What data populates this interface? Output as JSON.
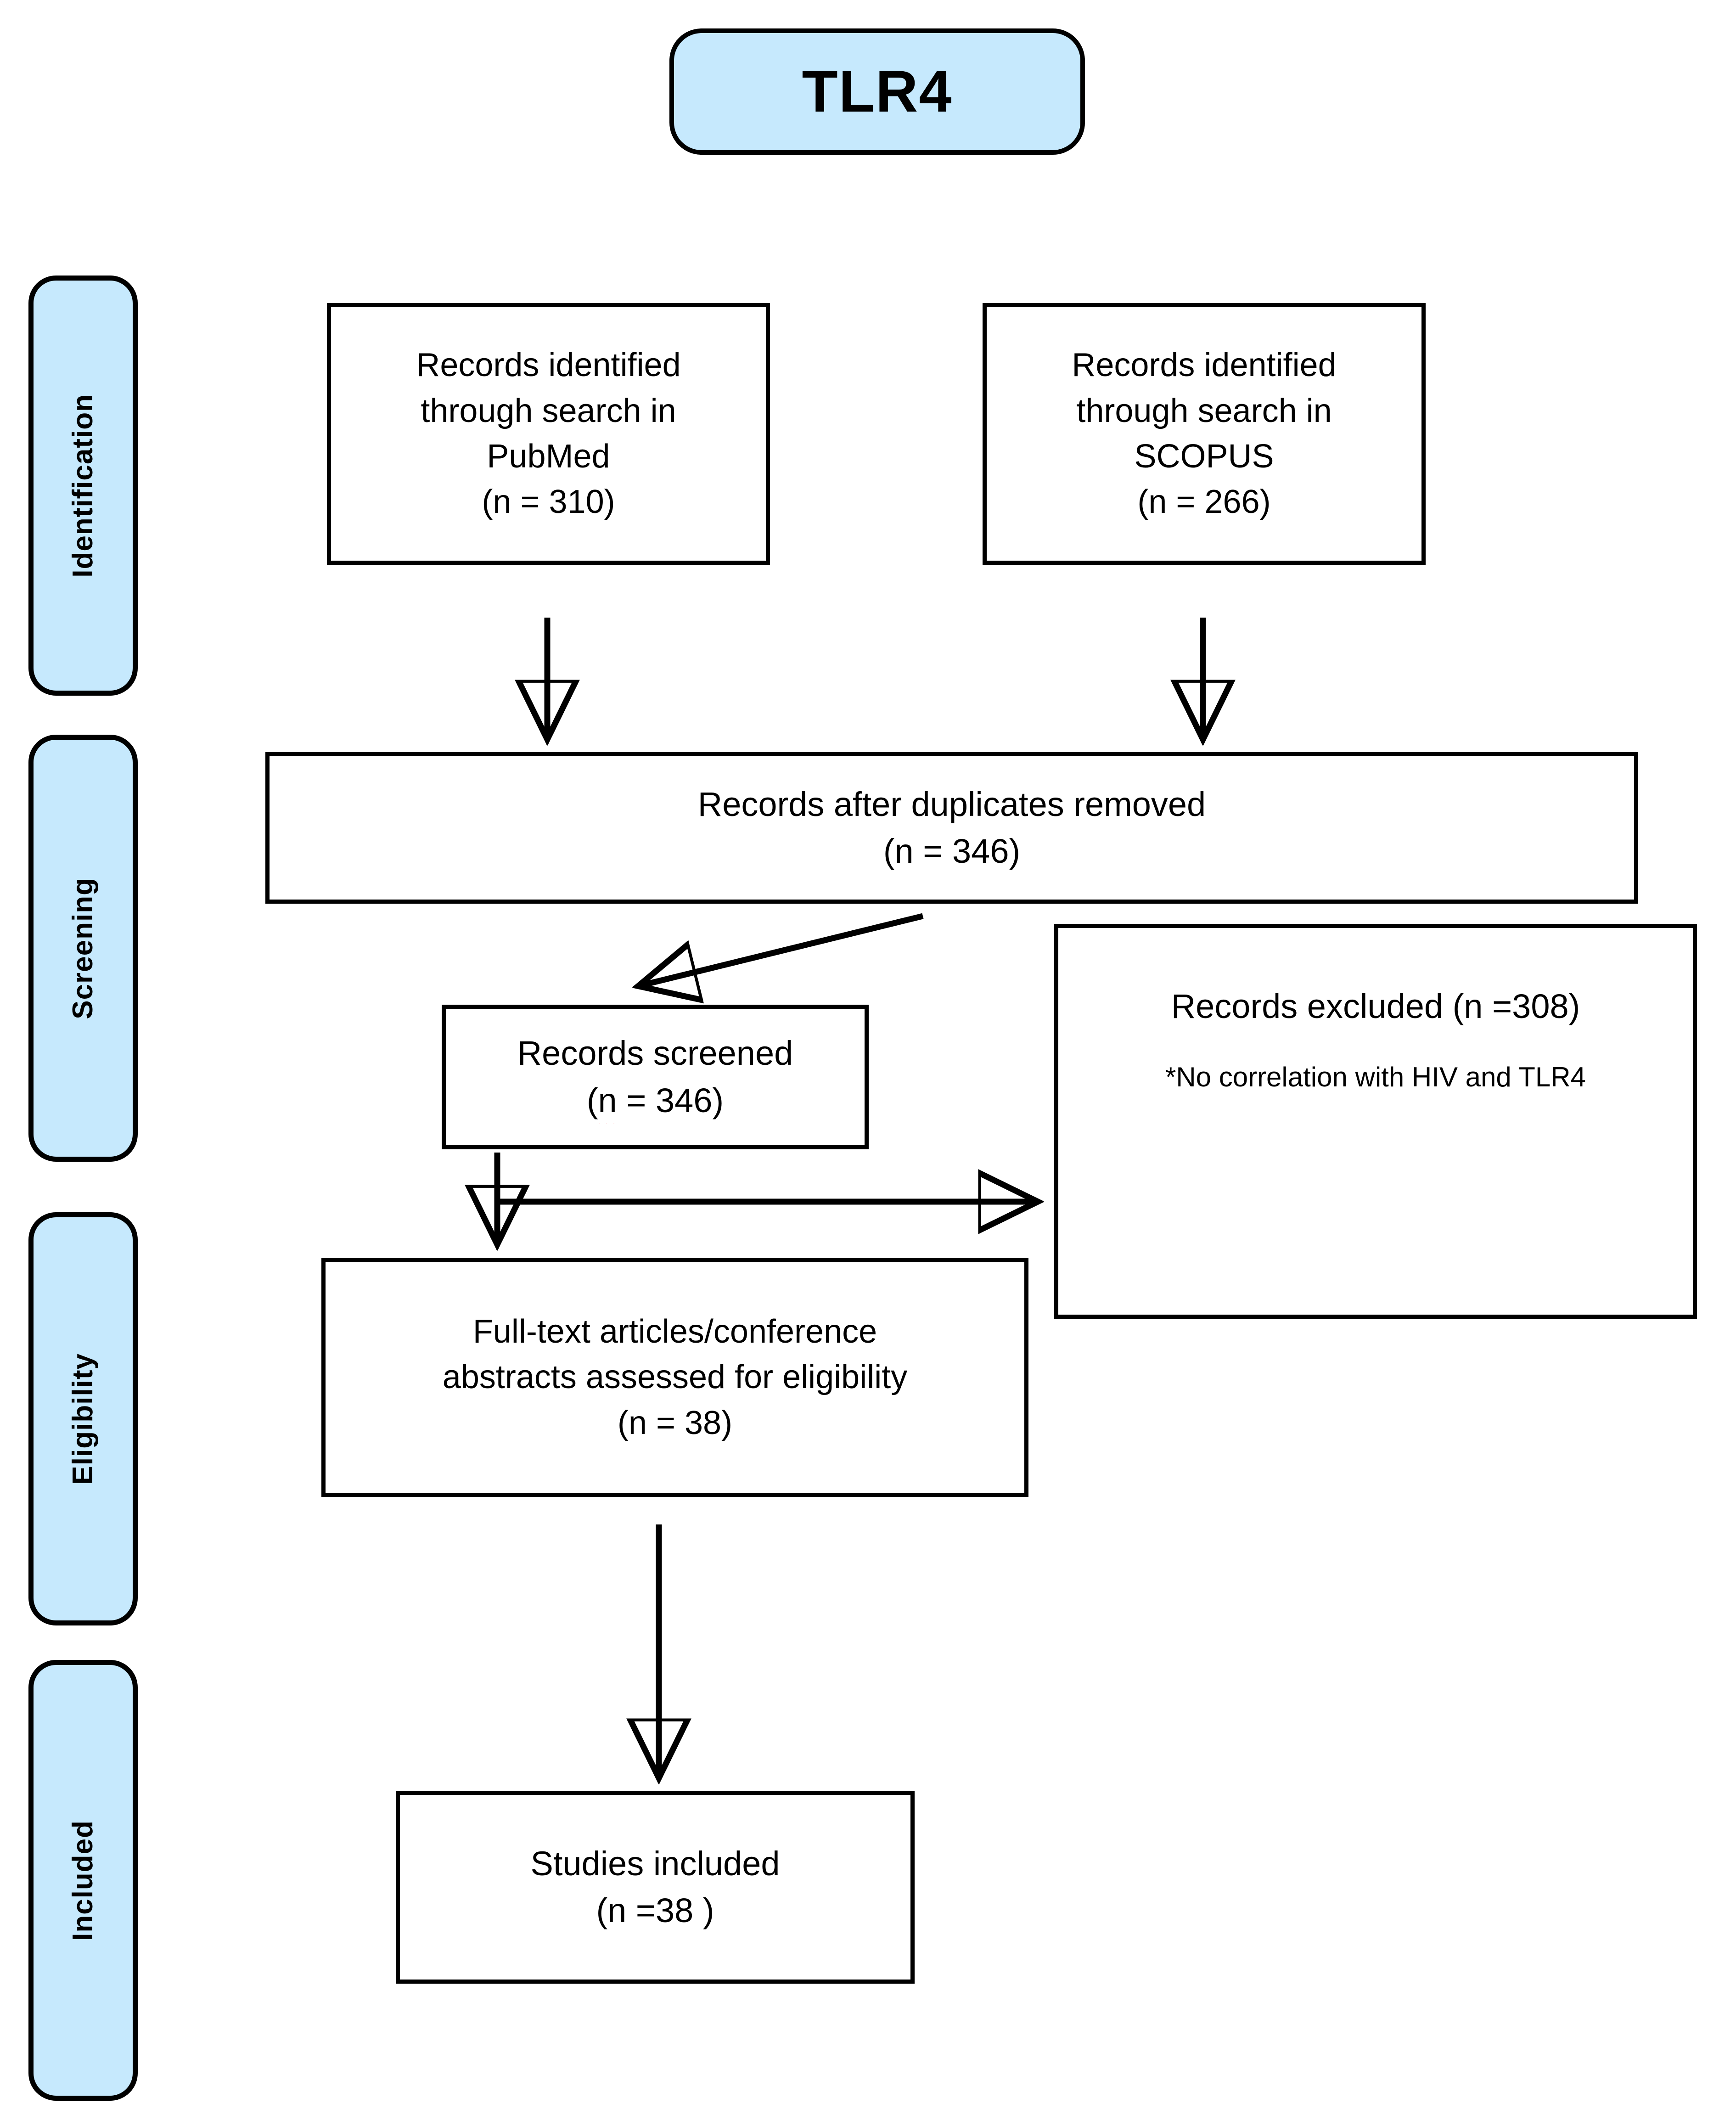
{
  "title": {
    "label": "TLR4"
  },
  "stages": [
    {
      "id": "identification",
      "label": "Identification"
    },
    {
      "id": "screening",
      "label": "Screening"
    },
    {
      "id": "eligibility",
      "label": "Eligibility"
    },
    {
      "id": "included",
      "label": "Included"
    }
  ],
  "boxes": {
    "pubmed": {
      "line1": "Records identified",
      "line2": "through search in",
      "line3": "PubMed",
      "line4": "(n =  310)"
    },
    "scopus": {
      "line1": "Records identified",
      "line2": "through search in",
      "line3": "SCOPUS",
      "line4": "(n =  266)"
    },
    "duplicates_removed": {
      "line1": "Records after duplicates removed",
      "line2": "(n = 346)"
    },
    "records_screened": {
      "line1": "Records screened",
      "line2_prefix": "(",
      "line2_misspelled": "n",
      "line2_suffix": " = 346)"
    },
    "records_excluded": {
      "line1": "Records excluded (n =308)",
      "line2": "*No correlation with HIV and TLR4"
    },
    "full_text": {
      "line1": "Full-text articles/conference",
      "line2": "abstracts assessed for eligibility",
      "line3": "(n = 38)"
    },
    "studies_included": {
      "line1": "Studies included",
      "line2": "(n =38 )"
    }
  },
  "counts": {
    "pubmed": 310,
    "scopus": 266,
    "after_duplicates": 346,
    "screened": 346,
    "excluded": 308,
    "full_text_assessed": 38,
    "studies_included": 38
  },
  "colors": {
    "accent_fill": "#c6e9fd",
    "border": "#000000",
    "spell_error": "#ff0000",
    "page_background": "#ffffff"
  },
  "connectors": [
    {
      "id": "pubmed-to-dedup",
      "type": "arrow-down"
    },
    {
      "id": "scopus-to-dedup",
      "type": "arrow-down"
    },
    {
      "id": "dedup-to-screened",
      "type": "arrow-diagonal-down-left"
    },
    {
      "id": "screened-to-excluded",
      "type": "arrow-right"
    },
    {
      "id": "screened-to-fulltext",
      "type": "arrow-down"
    },
    {
      "id": "fulltext-to-included",
      "type": "arrow-down"
    }
  ]
}
